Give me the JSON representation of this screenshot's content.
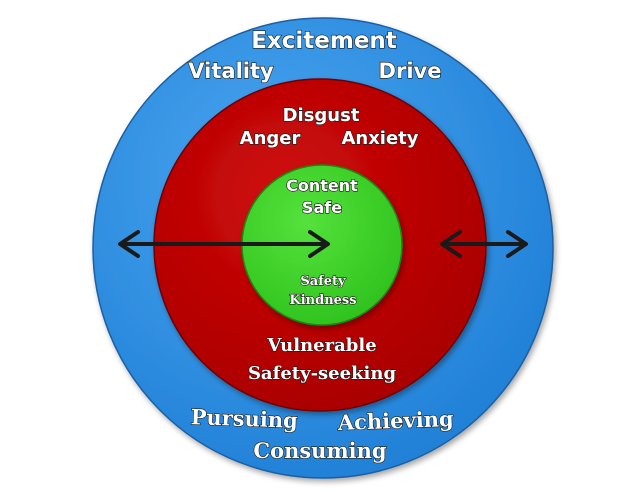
{
  "colors": {
    "outer_ring": "#2a8de0",
    "middle_ring": "#c10000",
    "inner_circle": "#3fd42a",
    "arrow": "#1a1a1a",
    "text": "#ffffff"
  },
  "outer_ring": {
    "top_label": "Excitement",
    "left_label": "Vitality",
    "right_label": "Drive",
    "bottom_left_label": "Pursuing",
    "bottom_right_label": "Achieving",
    "bottom_label": "Consuming"
  },
  "middle_ring": {
    "top_label": "Disgust",
    "left_label": "Anger",
    "right_label": "Anxiety",
    "bottom_label_1": "Vulnerable",
    "bottom_label_2": "Safety-seeking"
  },
  "inner_circle": {
    "label_1": "Content",
    "label_2": "Safe",
    "label_3": "Safety",
    "label_4": "Kindness"
  },
  "arrows": {
    "long_arrow": "double-headed-arrow",
    "short_arrow": "double-headed-arrow"
  }
}
